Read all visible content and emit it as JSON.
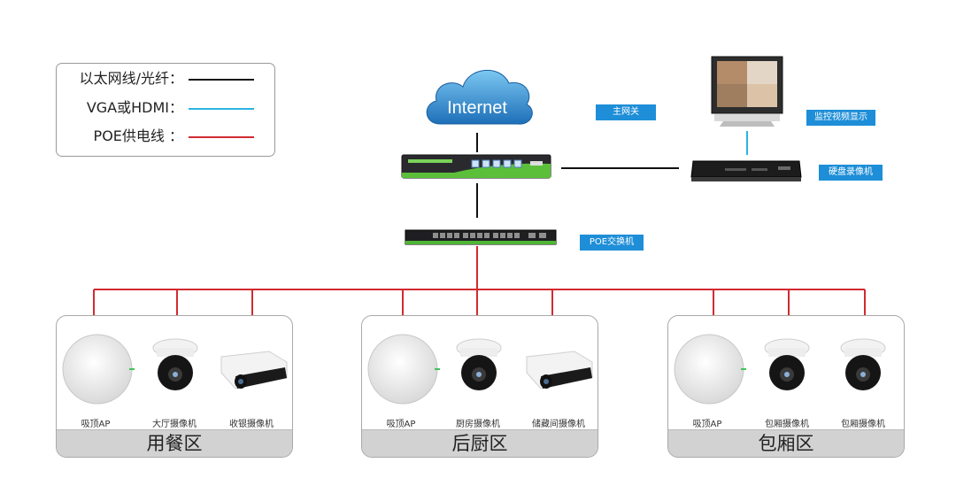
{
  "legend": {
    "rows": [
      {
        "label": "以太网线/光纤：",
        "color": "#111111"
      },
      {
        "label": "VGA或HDMI：",
        "color": "#2bb3e0"
      },
      {
        "label": "POE供电线 ：",
        "color": "#d12b32"
      }
    ]
  },
  "internet": {
    "label": "Internet"
  },
  "gateway": {
    "label": "主网关"
  },
  "monitor": {
    "label": "监控视频显示"
  },
  "nvr": {
    "label": "硬盘录像机"
  },
  "poe_switch": {
    "label": "POE交换机"
  },
  "zones": [
    {
      "title": "用餐区",
      "devices": [
        "吸顶AP",
        "大厅摄像机",
        "收银摄像机"
      ]
    },
    {
      "title": "后厨区",
      "devices": [
        "吸顶AP",
        "厨房摄像机",
        "储藏间摄像机"
      ]
    },
    {
      "title": "包厢区",
      "devices": [
        "吸顶AP",
        "包厢摄像机",
        "包厢摄像机"
      ]
    }
  ],
  "colors": {
    "accent": "#1e8ed8",
    "ethernet": "#111111",
    "vga": "#2bb3e0",
    "poe": "#d12b32"
  }
}
